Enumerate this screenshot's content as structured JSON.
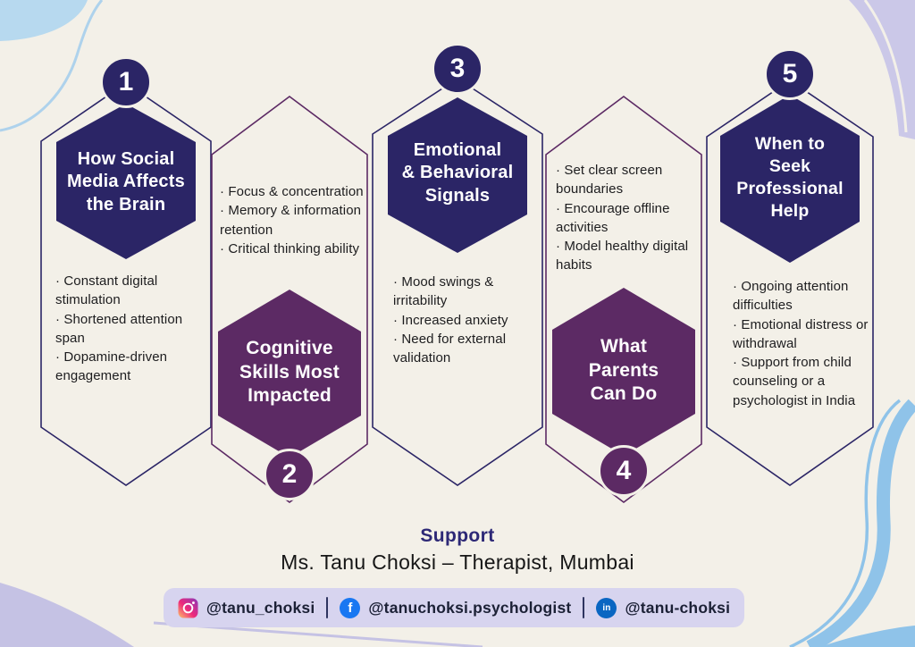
{
  "title_note": "Infographic: How Social Media Affects the Brain",
  "colors": {
    "background": "#f3f0e8",
    "navy": "#2b2566",
    "purple": "#5c2a64",
    "support_heading": "#2d2876",
    "bullet_text": "#1d1d1f",
    "pill_background": "#d7d4ef",
    "social_text": "#1c2136",
    "facebook_blue": "#1877f2",
    "linkedin_blue": "#0a66c2",
    "instagram_gradient": [
      "#fdc468",
      "#ee2a7b",
      "#8a3ab9"
    ],
    "decor_blue": "#8fc3e9",
    "decor_lavender": "#c5c2e4"
  },
  "columns": [
    {
      "number": "1",
      "title": "How Social Media Affects the Brain",
      "title_lines": [
        "How Social",
        "Media Affects",
        "the Brain"
      ],
      "bullets": [
        "· Constant digital stimulation",
        "· Shortened attention span",
        "· Dopamine-driven engagement"
      ]
    },
    {
      "number": "2",
      "title": "Cognitive Skills Most Impacted",
      "title_lines": [
        "Cognitive",
        "Skills Most",
        "Impacted"
      ],
      "bullets": [
        "· Focus & concentration",
        "· Memory & information retention",
        "· Critical thinking ability"
      ]
    },
    {
      "number": "3",
      "title": "Emotional & Behavioral Signals",
      "title_lines": [
        "Emotional",
        "& Behavioral",
        "Signals"
      ],
      "bullets": [
        "· Mood swings & irritability",
        "· Increased anxiety",
        "· Need for external validation"
      ]
    },
    {
      "number": "4",
      "title": "What Parents Can Do",
      "title_lines": [
        "What",
        "Parents",
        "Can Do"
      ],
      "bullets": [
        "· Set clear screen boundaries",
        "· Encourage offline activities",
        "· Model healthy digital habits"
      ]
    },
    {
      "number": "5",
      "title": "When to Seek Professional Help",
      "title_lines": [
        "When to",
        "Seek",
        "Professional",
        "Help"
      ],
      "bullets": [
        "· Ongoing attention difficulties",
        "· Emotional distress or withdrawal",
        "· Support from child counseling or a psychologist in India"
      ]
    }
  ],
  "footer": {
    "support_label": "Support",
    "author": "Ms. Tanu Choksi – Therapist, Mumbai",
    "socials": [
      {
        "network": "instagram",
        "handle": "@tanu_choksi",
        "glyph": ""
      },
      {
        "network": "facebook",
        "handle": "@tanuchoksi.psychologist",
        "glyph": "f"
      },
      {
        "network": "linkedin",
        "handle": "@tanu-choksi",
        "glyph": "in"
      }
    ]
  }
}
